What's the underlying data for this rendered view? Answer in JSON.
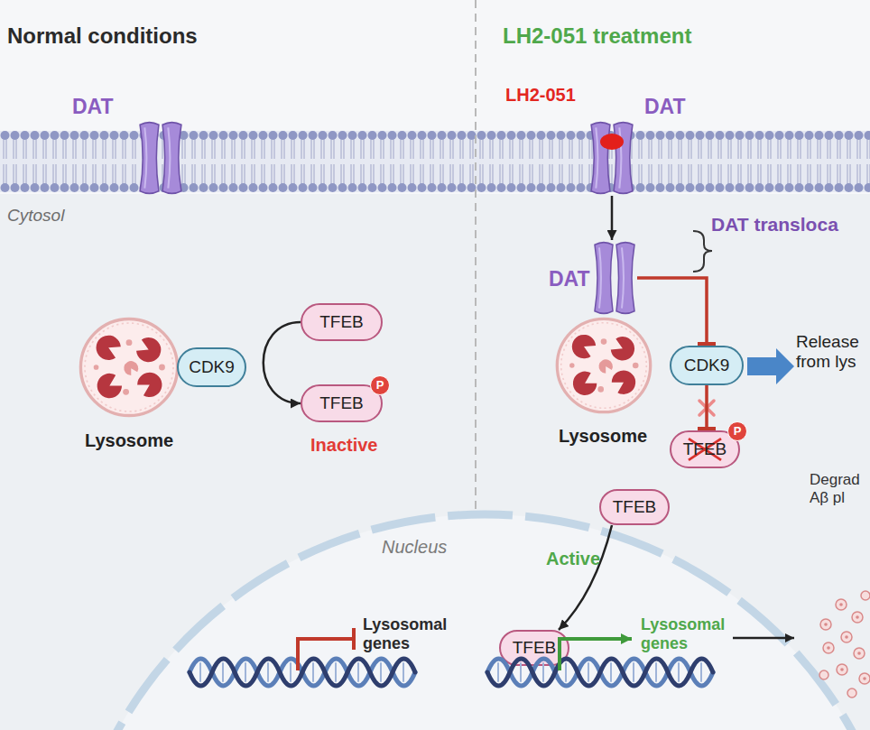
{
  "diagram": {
    "nodes": [
      {
        "text": [
          "DAT"
        ]
      },
      {
        "text": [
          "Lysosome"
        ]
      },
      {
        "text": [
          "CDK9"
        ]
      },
      {
        "text": [
          "TFEB"
        ]
      },
      {
        "text": [
          "TFEB",
          "P"
        ]
      },
      {
        "text": [
          "Nucleus"
        ]
      },
      {
        "text": [
          "DAT"
        ]
      },
      {
        "text": [
          "DAT"
        ]
      },
      {
        "text": [
          "Lysosome"
        ]
      },
      {
        "text": [
          "CDK9"
        ]
      },
      {
        "text": [
          "TFEB",
          "P"
        ]
      },
      {
        "text": [
          "TFEB"
        ]
      },
      {
        "text": [
          "TFEB"
        ],
        "in": 5
      }
    ],
    "edges": [
      {
        "from": 3,
        "to": 4,
        "arrow": "to"
      },
      {
        "from": 6,
        "to": 7,
        "arrow": "to"
      },
      {
        "from": 7,
        "to": 9,
        "arrow": "to"
      },
      {
        "from": 9,
        "to": 10,
        "arrow": "to"
      },
      {
        "from": 11,
        "to": 12,
        "arrow": "to"
      }
    ],
    "labels": [
      "Normal conditions",
      "Cytosol",
      "Inactive",
      "Lysosomal genes",
      "LH2-051 treatment",
      "LH2-051",
      "DAT transloca",
      "Release from lys",
      "Degrad Aβ pl",
      "Active",
      "Lysosomal genes"
    ]
  }
}
